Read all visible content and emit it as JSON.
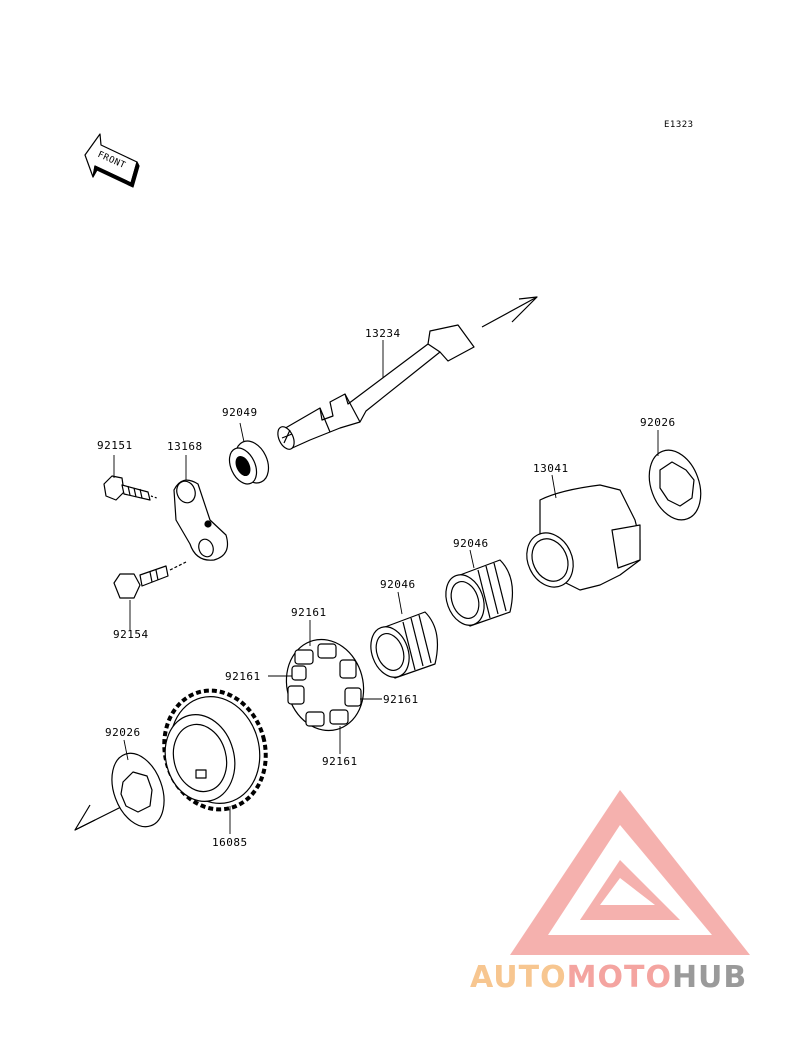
{
  "drawing_code": "E1323",
  "front_indicator": "FRONT",
  "parts": {
    "camshaft": "13234",
    "oil_seal": "92049",
    "bolt_upper": "92151",
    "lever": "13168",
    "bolt_lower": "92154",
    "housing": "13041",
    "washer_right": "92026",
    "needle_bearing_right": "92046",
    "needle_bearing_left": "92046",
    "damper_top": "92161",
    "damper_left": "92161",
    "damper_right": "92161",
    "damper_bottom": "92161",
    "washer_left": "92026",
    "gear": "16085"
  },
  "watermark": {
    "part1": "AUTO",
    "part2": "MOTO",
    "part3": "HUB",
    "colors": {
      "orange": "#f7c690",
      "pink": "#f4a4a0",
      "gray": "#9a9a9a"
    }
  }
}
